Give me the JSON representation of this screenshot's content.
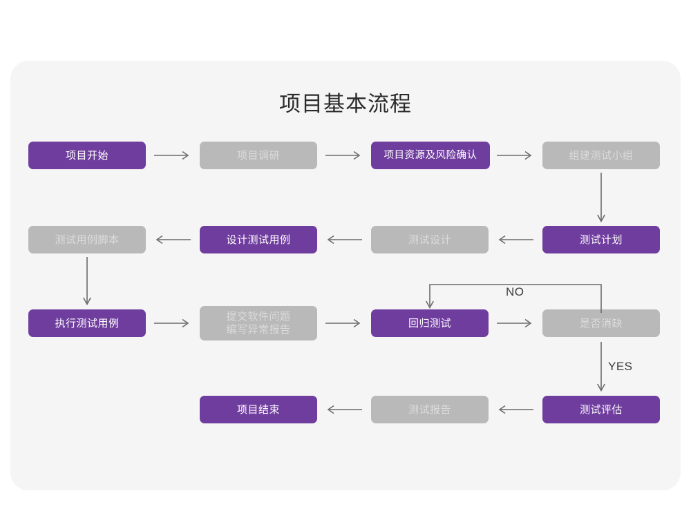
{
  "title": "项目基本流程",
  "theme": {
    "page_bg": "#ffffff",
    "card_bg": "#f5f5f5",
    "accent_purple": "#6f3d9e",
    "muted_gray": "#b9b9b9",
    "gray_text": "#dcdcdc",
    "arrow": "#6b6b6b",
    "title_text": "#2b2b2b"
  },
  "flow": {
    "type": "flowchart",
    "nodes": [
      {
        "id": "n1",
        "label": "项目开始",
        "style": "purple",
        "row": 1,
        "col": 1
      },
      {
        "id": "n2",
        "label": "项目调研",
        "style": "gray",
        "row": 1,
        "col": 2
      },
      {
        "id": "n3",
        "label": "项目资源及风险确认",
        "style": "purple",
        "row": 1,
        "col": 3
      },
      {
        "id": "n4",
        "label": "组建测试小组",
        "style": "gray",
        "row": 1,
        "col": 4
      },
      {
        "id": "n5",
        "label": "测试计划",
        "style": "purple",
        "row": 2,
        "col": 4
      },
      {
        "id": "n6",
        "label": "测试设计",
        "style": "gray",
        "row": 2,
        "col": 3
      },
      {
        "id": "n7",
        "label": "设计测试用例",
        "style": "purple",
        "row": 2,
        "col": 2
      },
      {
        "id": "n8",
        "label": "测试用例脚本",
        "style": "gray",
        "row": 2,
        "col": 1
      },
      {
        "id": "n9",
        "label": "执行测试用例",
        "style": "purple",
        "row": 3,
        "col": 1
      },
      {
        "id": "n10",
        "label": "提交软件问题\n编写异常报告",
        "style": "gray",
        "row": 3,
        "col": 2
      },
      {
        "id": "n11",
        "label": "回归测试",
        "style": "purple",
        "row": 3,
        "col": 3
      },
      {
        "id": "n12",
        "label": "是否消缺",
        "style": "gray",
        "row": 3,
        "col": 4
      },
      {
        "id": "n13",
        "label": "测试评估",
        "style": "purple",
        "row": 4,
        "col": 4
      },
      {
        "id": "n14",
        "label": "测试报告",
        "style": "gray",
        "row": 4,
        "col": 3
      },
      {
        "id": "n15",
        "label": "项目结束",
        "style": "purple",
        "row": 4,
        "col": 2
      }
    ],
    "edge_labels": {
      "no": "NO",
      "yes": "YES"
    },
    "edges": [
      {
        "from": "n1",
        "to": "n2",
        "dir": "right"
      },
      {
        "from": "n2",
        "to": "n3",
        "dir": "right"
      },
      {
        "from": "n3",
        "to": "n4",
        "dir": "right"
      },
      {
        "from": "n4",
        "to": "n5",
        "dir": "down"
      },
      {
        "from": "n5",
        "to": "n6",
        "dir": "left"
      },
      {
        "from": "n6",
        "to": "n7",
        "dir": "left"
      },
      {
        "from": "n7",
        "to": "n8",
        "dir": "left"
      },
      {
        "from": "n8",
        "to": "n9",
        "dir": "down"
      },
      {
        "from": "n9",
        "to": "n10",
        "dir": "right"
      },
      {
        "from": "n10",
        "to": "n11",
        "dir": "right"
      },
      {
        "from": "n11",
        "to": "n12",
        "dir": "right"
      },
      {
        "from": "n12",
        "to": "n11",
        "dir": "loop",
        "label": "NO"
      },
      {
        "from": "n12",
        "to": "n13",
        "dir": "down",
        "label": "YES"
      },
      {
        "from": "n13",
        "to": "n14",
        "dir": "left"
      },
      {
        "from": "n14",
        "to": "n15",
        "dir": "left"
      }
    ]
  }
}
